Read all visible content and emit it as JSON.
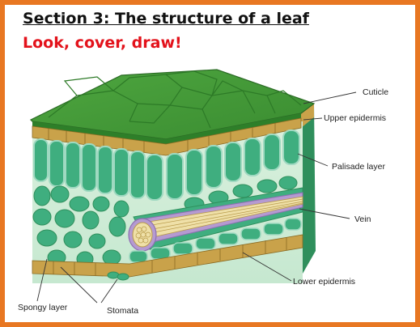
{
  "heading": {
    "title": "Section 3: The structure of a leaf",
    "instruction": "Look, cover, draw!"
  },
  "diagram": {
    "labels": {
      "cuticle": "Cuticle",
      "upper_epidermis": "Upper epidermis",
      "palisade_layer": "Palisade layer",
      "vein": "Vein",
      "lower_epidermis": "Lower epidermis",
      "spongy_layer": "Spongy layer",
      "stomata": "Stomata"
    }
  },
  "colors": {
    "frame": "#e87722",
    "instruction": "#e3121b",
    "cuticle": "#3f9a35",
    "epidermis": "#c9a24a",
    "cell": "#3fae7f",
    "cell_wall": "#9fd9c1",
    "vein_sheath": "#b59ad1",
    "vein_xylem": "#efe0a8"
  }
}
